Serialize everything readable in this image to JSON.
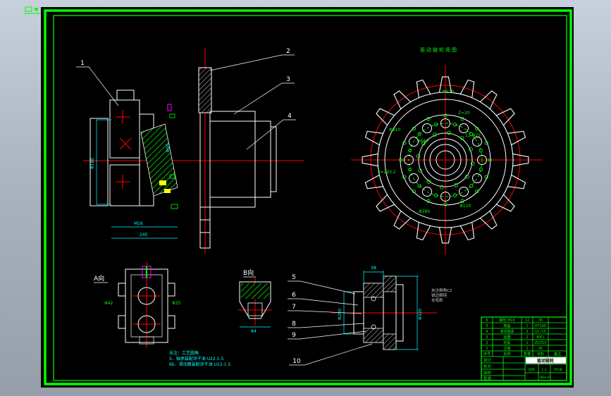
{
  "window": {
    "bg_top": "#c7d0dc",
    "bg_bottom": "#959ea9"
  },
  "drawing": {
    "colors": {
      "frame": "#00ff00",
      "paper": "#000000",
      "line": "#ffffff",
      "center": "#ff0000",
      "dim": "#00ffff",
      "detail": "#00ff00",
      "highlight": "#ffff00",
      "accent": "#ff00ff"
    },
    "title_note": "驱动链轮简图",
    "view_a_label": "A向",
    "view_b_label": "B向",
    "callouts": [
      "1",
      "2",
      "3",
      "4",
      "5",
      "6",
      "7",
      "8",
      "9",
      "10"
    ],
    "dims": [
      "Φ810",
      "Φ640",
      "Z=20",
      "P=203.2",
      "12-Φ22",
      "Φ120",
      "Φ260",
      "Φ520",
      "M16",
      "Φ180",
      "Φ95",
      "245",
      "Φ42",
      "Φ25",
      "84",
      "58",
      "Φ320",
      "Φ260"
    ],
    "notes": [
      "未注：工艺圆角",
      "5、轴承装配涂干油 U22-1.5",
      "6b、滑动面装配涂干油 U22-1.5"
    ],
    "side_notes": [
      "未注倒角C2",
      "锐边倒钝",
      "去毛刺"
    ],
    "sprocket": {
      "teeth": 20,
      "bolt_holes": 12,
      "inner_dots": 12,
      "rim_dots": 16
    }
  },
  "title_block": {
    "bom_headers": [
      "序号",
      "名称",
      "数量",
      "材料",
      "备注"
    ],
    "bom_rows": [
      [
        "6",
        "螺栓 M16",
        "12",
        "35",
        ""
      ],
      [
        "5",
        "端盖",
        "1",
        "HT200",
        ""
      ],
      [
        "4",
        "滚动轴承",
        "2",
        "GCr15",
        ""
      ],
      [
        "3",
        "齿圈",
        "1",
        "40Cr",
        ""
      ],
      [
        "2",
        "轮毂",
        "1",
        "ZG310",
        ""
      ],
      [
        "1",
        "主轴",
        "1",
        "45",
        ""
      ]
    ],
    "fields": {
      "design_label": "设计",
      "check_label": "校对",
      "audit_label": "审核",
      "approve_label": "批准",
      "title": "驱动链轮",
      "scale_label": "比例",
      "scale_value": "1:2",
      "sheet": "共1张",
      "drawing_no": "QDL-01"
    }
  }
}
